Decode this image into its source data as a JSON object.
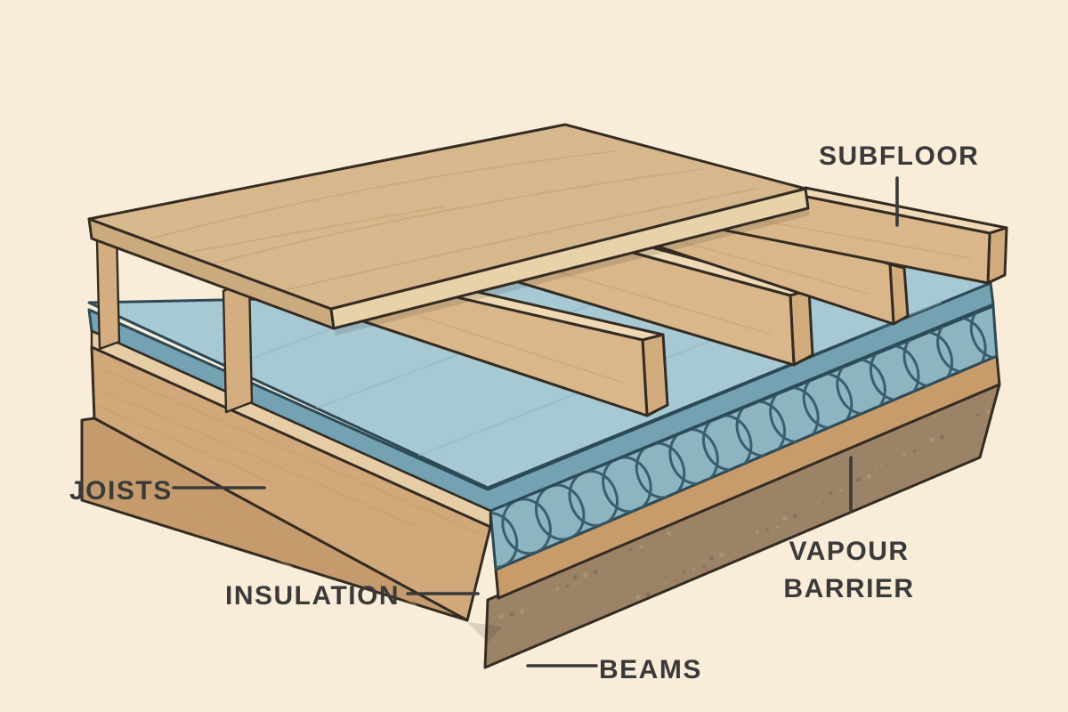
{
  "diagram": {
    "type": "floor-construction-cutaway",
    "labels": {
      "subfloor": "SUBFLOOR",
      "joists": "JOISTS",
      "insulation": "INSULATION",
      "vapour_barrier": {
        "line1": "VAPOUR",
        "line2": "BARRIER"
      },
      "beams": "BEAMS"
    },
    "colors": {
      "background": "#f9ecd9",
      "outline": "#342c23",
      "outline_teal": "#2d4a57",
      "leader": "#3a3a3a",
      "text": "#3a3a3a",
      "wood_panel_top": "#d7b78c",
      "wood_panel_edge": "#e9d2a9",
      "wood_panel_side": "#cbaa7d",
      "wood_joist_face": "#d9b78b",
      "wood_joist_top": "#eed9b4",
      "wood_joist_end": "#d2ab7d",
      "wood_rim_top": "#e6cda6",
      "wood_rim_west": "#d0a87a",
      "wood_rim_south": "#c59b6d",
      "wood_stub": "#d4ae81",
      "wood_grain": "#c29d70",
      "deck_top": "#a7c9d4",
      "deck_edge": "#74a2b2",
      "deck_grain": "#8fb9c6",
      "insulation_bg": "#8cb4c1",
      "insulation_coil": "#3b5e6e",
      "strip_wood": "#c79c6a",
      "slab_brown": "#9c8367",
      "speckle_dark": "#826f5a",
      "speckle_light": "#b59e81",
      "shadow": "rgba(45,35,25,0.14)"
    }
  }
}
